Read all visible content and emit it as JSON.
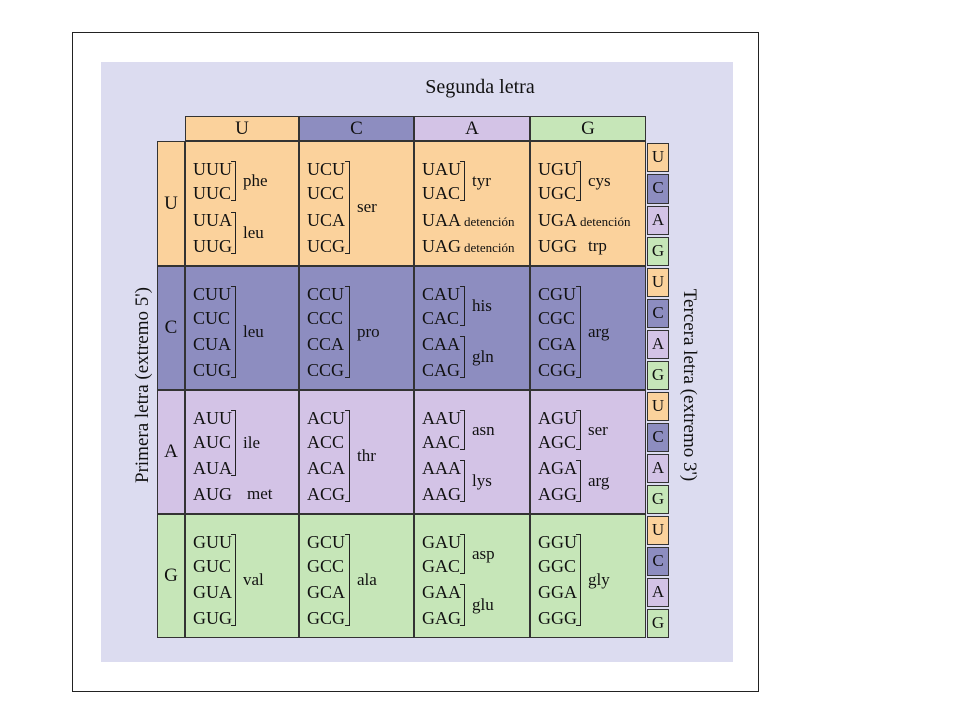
{
  "title": "Segunda letra",
  "left_axis_label": "Primera letra (extremo 5')",
  "right_axis_label": "Tercera letra (extremo 3')",
  "bases": [
    "U",
    "C",
    "A",
    "G"
  ],
  "colors": {
    "U": "#fbd29c",
    "C": "#8d8dc0",
    "A": "#d3c3e6",
    "G": "#c6e6b8",
    "panel": "#dcdcf0"
  },
  "codons": [
    [
      [
        "UUU",
        "UUC",
        "UUA",
        "UUG"
      ],
      [
        "UCU",
        "UCC",
        "UCA",
        "UCG"
      ],
      [
        "UAU",
        "UAC",
        "UAA",
        "UAG"
      ],
      [
        "UGU",
        "UGC",
        "UGA",
        "UGG"
      ]
    ],
    [
      [
        "CUU",
        "CUC",
        "CUA",
        "CUG"
      ],
      [
        "CCU",
        "CCC",
        "CCA",
        "CCG"
      ],
      [
        "CAU",
        "CAC",
        "CAA",
        "CAG"
      ],
      [
        "CGU",
        "CGC",
        "CGA",
        "CGG"
      ]
    ],
    [
      [
        "AUU",
        "AUC",
        "AUA",
        "AUG"
      ],
      [
        "ACU",
        "ACC",
        "ACA",
        "ACG"
      ],
      [
        "AAU",
        "AAC",
        "AAA",
        "AAG"
      ],
      [
        "AGU",
        "AGC",
        "AGA",
        "AGG"
      ]
    ],
    [
      [
        "GUU",
        "GUC",
        "GUA",
        "GUG"
      ],
      [
        "GCU",
        "GCC",
        "GCA",
        "GCG"
      ],
      [
        "GAU",
        "GAC",
        "GAA",
        "GAG"
      ],
      [
        "GGU",
        "GGC",
        "GGA",
        "GGG"
      ]
    ]
  ],
  "groups": [
    [
      [
        {
          "label": "phe",
          "from": 0,
          "to": 1
        },
        {
          "label": "leu",
          "from": 2,
          "to": 3
        }
      ],
      [
        {
          "label": "ser",
          "from": 0,
          "to": 3
        }
      ],
      [
        {
          "label": "tyr",
          "from": 0,
          "to": 1
        },
        {
          "label": "detención",
          "from": 2,
          "to": 2,
          "stop": true
        },
        {
          "label": "detención",
          "from": 3,
          "to": 3,
          "stop": true
        }
      ],
      [
        {
          "label": "cys",
          "from": 0,
          "to": 1
        },
        {
          "label": "detención",
          "from": 2,
          "to": 2,
          "stop": true
        },
        {
          "label": "trp",
          "from": 3,
          "to": 3
        }
      ]
    ],
    [
      [
        {
          "label": "leu",
          "from": 0,
          "to": 3
        }
      ],
      [
        {
          "label": "pro",
          "from": 0,
          "to": 3
        }
      ],
      [
        {
          "label": "his",
          "from": 0,
          "to": 1
        },
        {
          "label": "gln",
          "from": 2,
          "to": 3
        }
      ],
      [
        {
          "label": "arg",
          "from": 0,
          "to": 3
        }
      ]
    ],
    [
      [
        {
          "label": "ile",
          "from": 0,
          "to": 2
        },
        {
          "label": "met",
          "from": 3,
          "to": 3,
          "nobracket": true
        }
      ],
      [
        {
          "label": "thr",
          "from": 0,
          "to": 3
        }
      ],
      [
        {
          "label": "asn",
          "from": 0,
          "to": 1
        },
        {
          "label": "lys",
          "from": 2,
          "to": 3
        }
      ],
      [
        {
          "label": "ser",
          "from": 0,
          "to": 1
        },
        {
          "label": "arg",
          "from": 2,
          "to": 3
        }
      ]
    ],
    [
      [
        {
          "label": "val",
          "from": 0,
          "to": 3
        }
      ],
      [
        {
          "label": "ala",
          "from": 0,
          "to": 3
        }
      ],
      [
        {
          "label": "asp",
          "from": 0,
          "to": 1
        },
        {
          "label": "glu",
          "from": 2,
          "to": 3
        }
      ],
      [
        {
          "label": "gly",
          "from": 0,
          "to": 3
        }
      ]
    ]
  ]
}
